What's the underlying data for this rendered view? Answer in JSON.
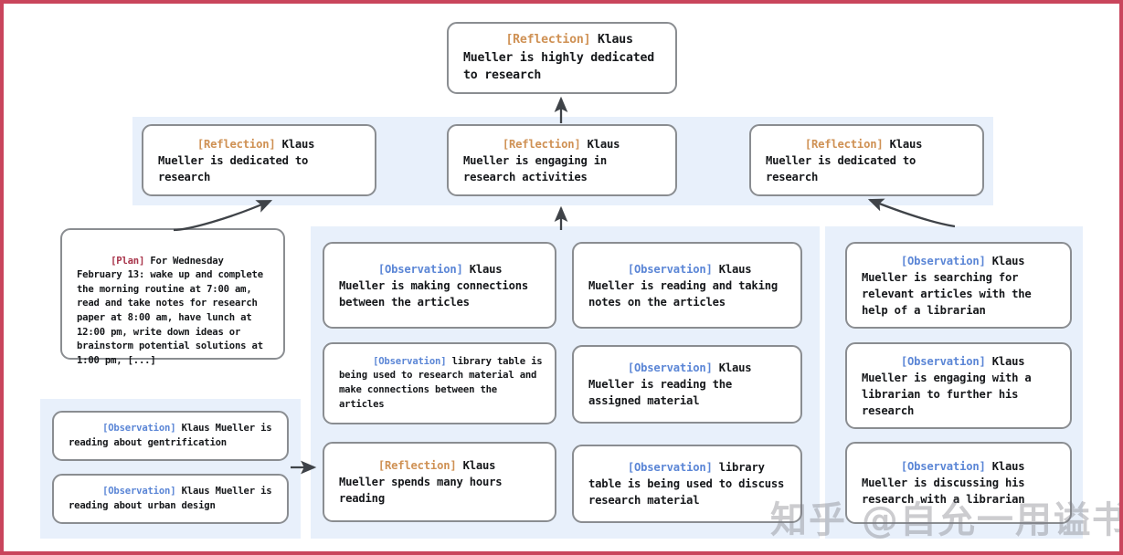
{
  "figure": {
    "border_color": "#c9455c",
    "panel_color": "#e8f0fb",
    "node_border_color": "#8a8d91",
    "tag_colors": {
      "reflection": "#cf9154",
      "plan": "#a8344a",
      "observation": "#5b86d6"
    }
  },
  "top": {
    "tag": "[Reflection]",
    "text": " Klaus Mueller is highly dedicated to research"
  },
  "reflections": [
    {
      "tag": "[Reflection]",
      "text": " Klaus Mueller is dedicated to research"
    },
    {
      "tag": "[Reflection]",
      "text": " Klaus Mueller is engaging in research activities"
    },
    {
      "tag": "[Reflection]",
      "text": " Klaus Mueller is dedicated to research"
    }
  ],
  "plan": {
    "tag": "[Plan]",
    "text": " For Wednesday February 13: wake up and complete the morning routine at 7:00 am, read and take notes for research paper at 8:00 am, have lunch at 12:00 pm, write down ideas or brainstorm potential solutions at 1:00 pm, [...]"
  },
  "left_observations": [
    {
      "tag": "[Observation]",
      "text": " Klaus Mueller is reading about gentrification"
    },
    {
      "tag": "[Observation]",
      "text": " Klaus Mueller is reading about urban design"
    }
  ],
  "column2": [
    {
      "tag": "[Observation]",
      "text": " Klaus Mueller is making connections between the articles"
    },
    {
      "tag": "[Observation]",
      "text": " library table is being used to research material and make connections between the articles"
    },
    {
      "tag": "[Reflection]",
      "text": " Klaus Mueller spends many hours reading"
    }
  ],
  "column3": [
    {
      "tag": "[Observation]",
      "text": " Klaus Mueller is reading and taking notes on the articles"
    },
    {
      "tag": "[Observation]",
      "text": " Klaus Mueller is reading the assigned material"
    },
    {
      "tag": "[Observation]",
      "text": " library table is being used to discuss research material"
    }
  ],
  "column4": [
    {
      "tag": "[Observation]",
      "text": " Klaus Mueller is searching for relevant articles with the help of a librarian"
    },
    {
      "tag": "[Observation]",
      "text": " Klaus Mueller is engaging with a librarian to further his research"
    },
    {
      "tag": "[Observation]",
      "text": " Klaus Mueller is discussing his research with a librarian"
    }
  ],
  "watermark": {
    "text": "知乎 @自允一用谥书生"
  }
}
